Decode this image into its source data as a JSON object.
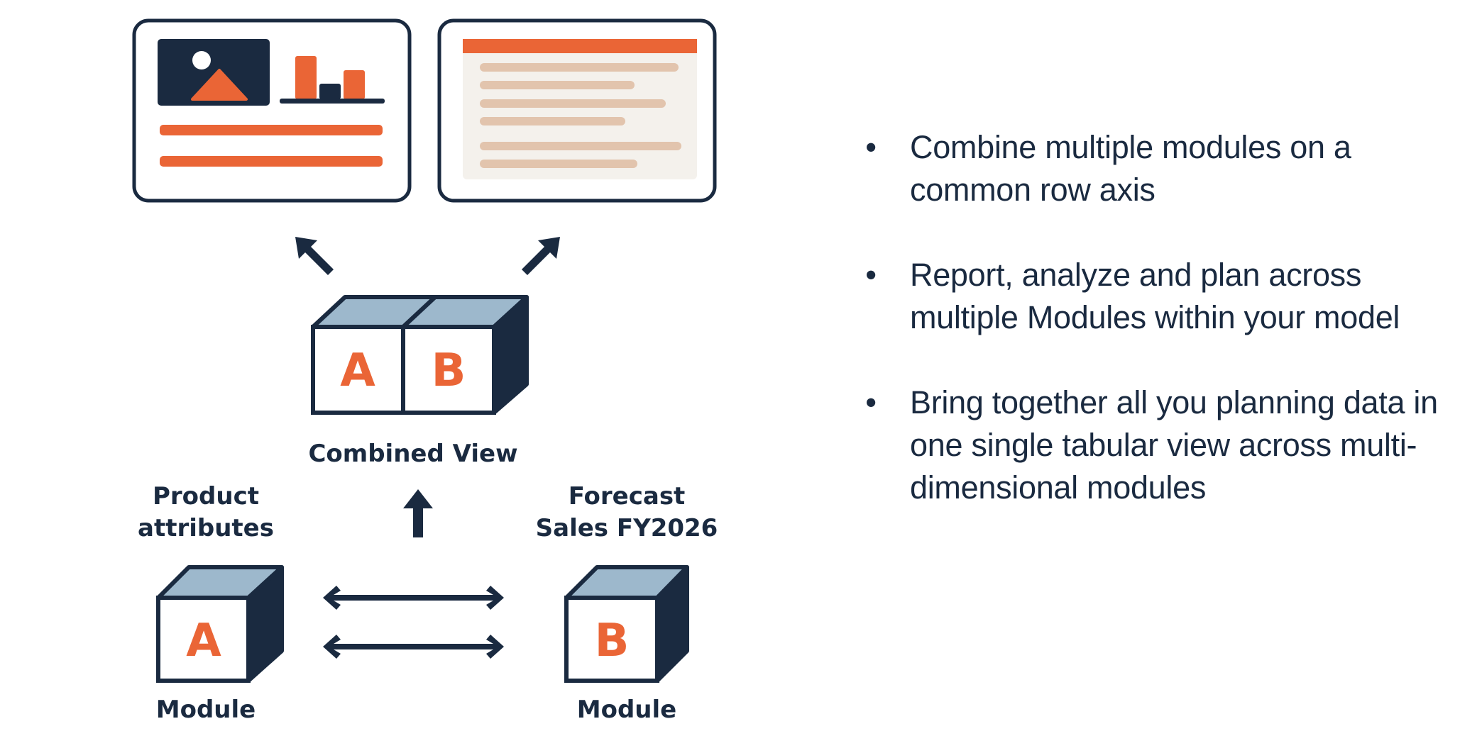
{
  "colors": {
    "navy": "#1a2a40",
    "orange": "#ea6536",
    "steel_blue": "#9db8cc",
    "tan_line": "#e2c4ad",
    "panel_bg": "#f4f1ec"
  },
  "diagram": {
    "combined_view": {
      "label": "Combined View",
      "cells": [
        "A",
        "B"
      ]
    },
    "module_a": {
      "title_line1": "Product",
      "title_line2": "attributes",
      "letter": "A",
      "caption": "Module"
    },
    "module_b": {
      "title_line1": "Forecast",
      "title_line2": "Sales FY2026",
      "letter": "B",
      "caption": "Module"
    },
    "icons": [
      "dashboard-card-icon",
      "report-table-card-icon",
      "arrow-up-left-icon",
      "arrow-up-right-icon",
      "arrow-up-icon",
      "double-arrow-icon"
    ]
  },
  "bullets": {
    "marker": "•",
    "items": [
      {
        "text": "Combine multiple modules on a common row axis"
      },
      {
        "text": "Report, analyze and plan across multiple Modules within your model"
      },
      {
        "text": "Bring together all you planning data in one single tabular view across multi-dimensional modules"
      }
    ]
  }
}
